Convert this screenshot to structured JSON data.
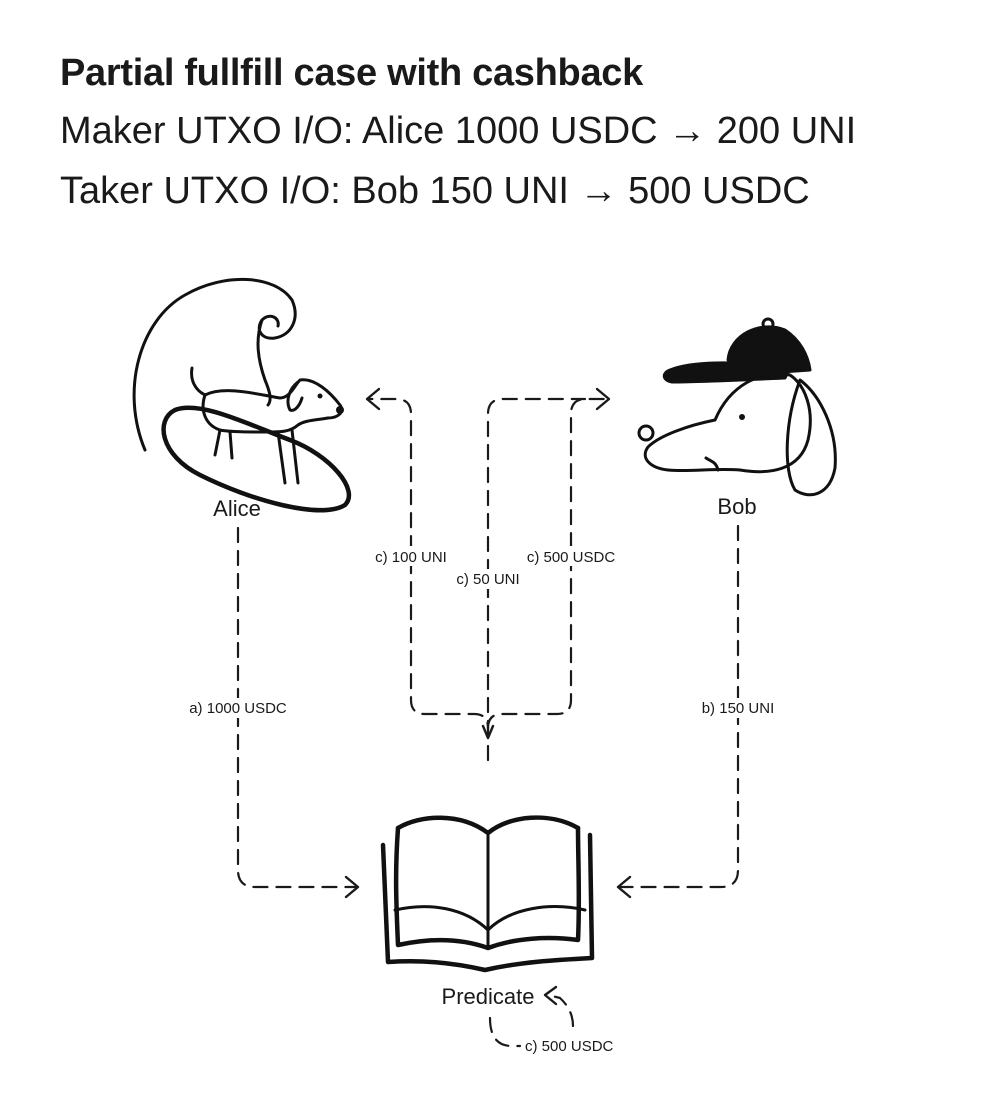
{
  "header": {
    "title": "Partial fullfill case with cashback",
    "maker_line": "Maker UTXO I/O: Alice 1000 USDC → 200 UNI",
    "taker_line": "Taker UTXO I/O: Bob 150 UNI → 500 USDC"
  },
  "nodes": {
    "alice": "Alice",
    "bob": "Bob",
    "predicate": "Predicate"
  },
  "edges": {
    "a": "a) 1000 USDC",
    "b": "b) 150 UNI",
    "c_alice": "c) 100 UNI",
    "c_change": "c) 50 UNI",
    "c_bob": "c) 500 USDC",
    "c_predicate": "c) 500 USDC"
  }
}
